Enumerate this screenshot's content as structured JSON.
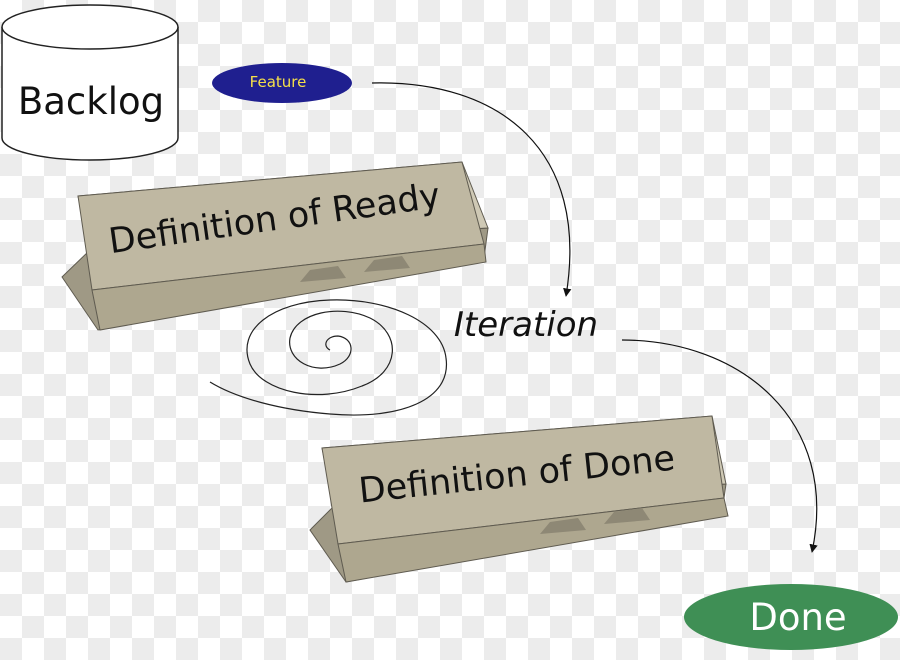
{
  "diagram": {
    "backlog_label": "Backlog",
    "feature_label": "Feature",
    "ready_label": "Definition of Ready",
    "iteration_label": "Iteration",
    "done_barrier_label": "Definition of Done",
    "done_label": "Done"
  },
  "colors": {
    "feature_fill": "#1f1f8f",
    "feature_text": "#f5e04a",
    "done_fill": "#3f8f55",
    "done_text": "#ffffff",
    "barrier_front": "#bfb8a2",
    "barrier_top": "#cfc9b5",
    "barrier_shadow": "#9f9985",
    "barrier_outline": "#5f5b50"
  }
}
